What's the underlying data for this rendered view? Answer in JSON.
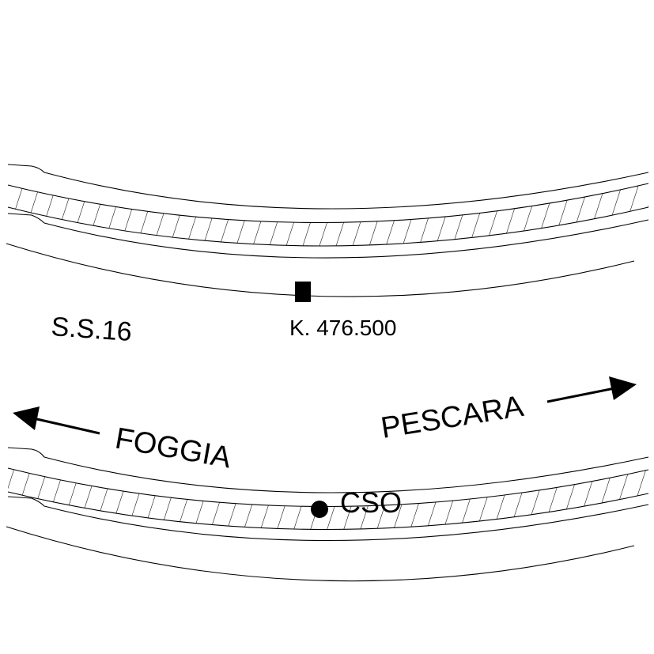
{
  "labels": {
    "road": "S.S.16",
    "km_marker": "K. 476.500",
    "direction_west": "FOGGIA",
    "direction_east": "PESCARA",
    "point": "CSO"
  },
  "colors": {
    "ink": "#000000",
    "paper": "#ffffff"
  }
}
